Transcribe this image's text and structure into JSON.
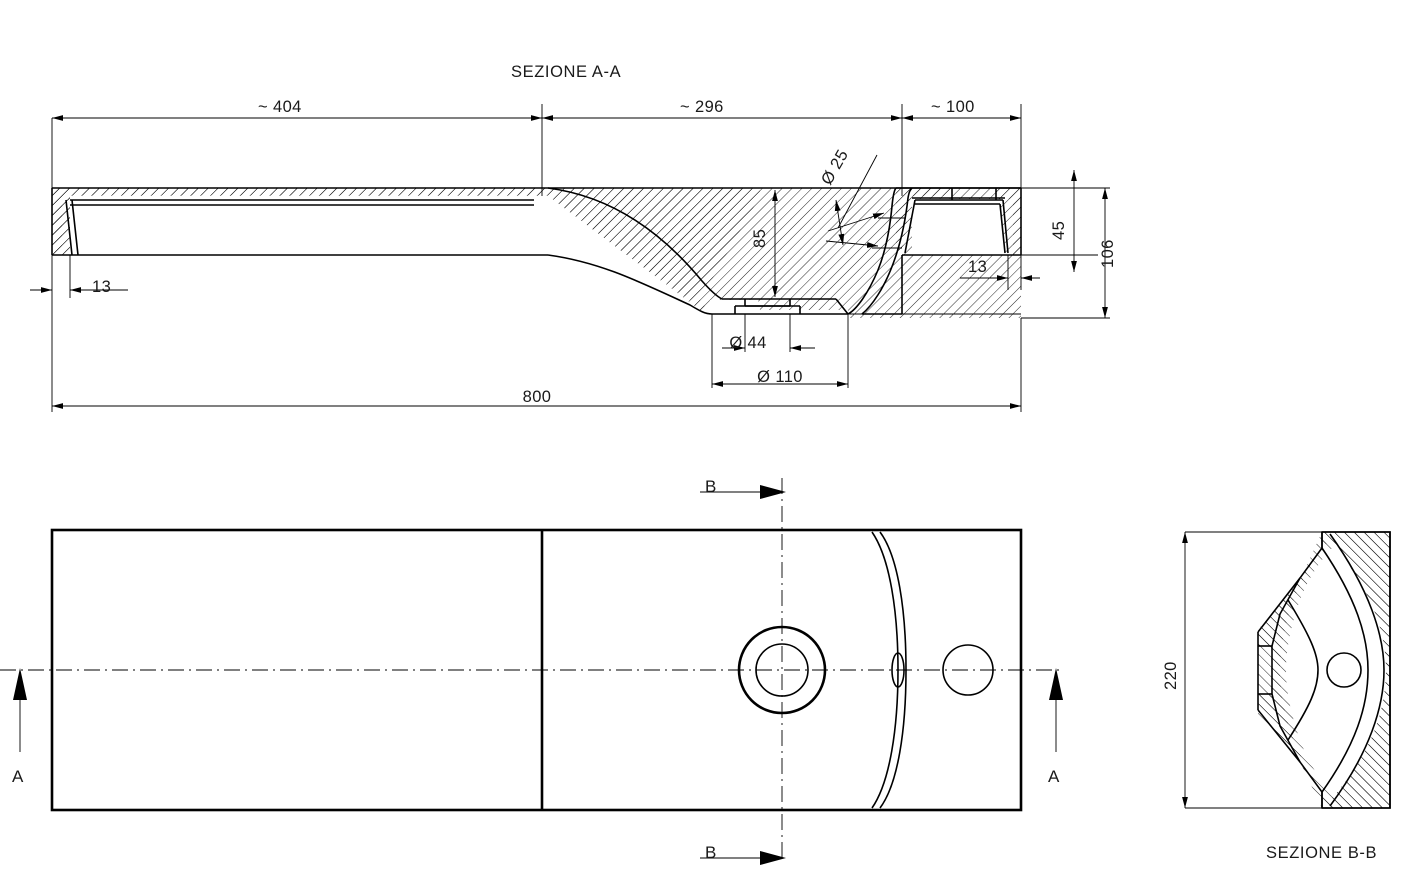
{
  "drawing": {
    "title_section_aa": "SEZIONE A-A",
    "title_section_bb": "SEZIONE B-B",
    "section_marks": {
      "a_left": "A",
      "a_right": "A",
      "b_top": "B",
      "b_bottom": "B"
    },
    "dimensions": {
      "top_left_span": "~ 404",
      "top_middle_span": "~ 296",
      "top_right_span": "~ 100",
      "overall_length": "800",
      "basin_depth": "85",
      "rim_thickness_left": "13",
      "rim_thickness_right": "13",
      "shelf_height": "45",
      "total_height": "106",
      "drain_inner_diameter": "Ø 44",
      "drain_outer_diameter": "Ø 110",
      "tap_hole_diameter": "Ø 25",
      "plan_width": "220"
    }
  }
}
